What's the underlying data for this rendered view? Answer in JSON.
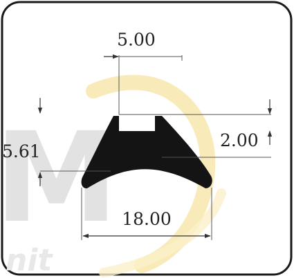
{
  "colors": {
    "frame": "#1a1a1a",
    "profile_fill": "#141414",
    "dimension_line": "#444444",
    "dimension_text": "#222222",
    "watermark_gray": "#d9d9d9",
    "watermark_gold": "#f7e6a8"
  },
  "dimensions": {
    "top_width": "5.00",
    "groove_depth": "2.00",
    "total_height": "5.61",
    "bottom_width": "18.00"
  },
  "watermark": {
    "letter": "M",
    "word": "nit"
  }
}
